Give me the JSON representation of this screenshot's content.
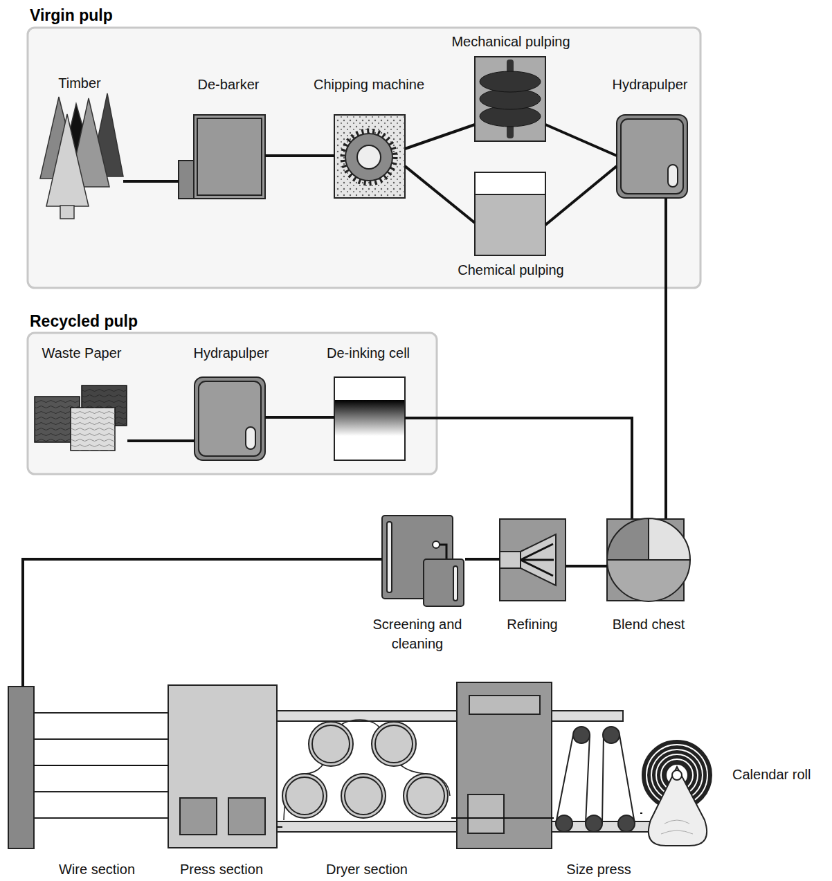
{
  "diagram": {
    "nodes": [
      {
        "text": [
          "Virgin pulp"
        ]
      },
      {
        "text": [
          "Timber"
        ],
        "in": 0
      },
      {
        "text": [
          "De-barker"
        ],
        "in": 0
      },
      {
        "text": [
          "Chipping machine"
        ],
        "in": 0
      },
      {
        "text": [
          "Mechanical pulping"
        ],
        "in": 0
      },
      {
        "text": [
          "Chemical pulping"
        ],
        "in": 0
      },
      {
        "text": [
          "Hydrapulper"
        ],
        "in": 0
      },
      {
        "text": [
          "Recycled pulp"
        ]
      },
      {
        "text": [
          "Waste Paper"
        ],
        "in": 7
      },
      {
        "text": [
          "Hydrapulper"
        ],
        "in": 7
      },
      {
        "text": [
          "De-inking cell"
        ],
        "in": 7
      },
      {
        "text": [
          "Blend chest"
        ]
      },
      {
        "text": [
          "Refining"
        ]
      },
      {
        "text": [
          "Screening and cleaning"
        ]
      },
      {
        "text": [
          "Wire section"
        ]
      },
      {
        "text": [
          "Press section"
        ]
      },
      {
        "text": [
          "Dryer section"
        ]
      },
      {
        "text": [
          "Size press"
        ]
      },
      {
        "text": [
          "Calendar roll"
        ]
      }
    ],
    "edges": [
      {
        "from": 1,
        "to": 2,
        "arrow": "none"
      },
      {
        "from": 2,
        "to": 3,
        "arrow": "none"
      },
      {
        "from": 3,
        "to": 4,
        "arrow": "none"
      },
      {
        "from": 3,
        "to": 5,
        "arrow": "none"
      },
      {
        "from": 4,
        "to": 6,
        "arrow": "none"
      },
      {
        "from": 5,
        "to": 6,
        "arrow": "none"
      },
      {
        "from": 6,
        "to": 11,
        "arrow": "none"
      },
      {
        "from": 8,
        "to": 9,
        "arrow": "none"
      },
      {
        "from": 9,
        "to": 10,
        "arrow": "none"
      },
      {
        "from": 10,
        "to": 11,
        "arrow": "none"
      },
      {
        "from": 11,
        "to": 12,
        "arrow": "none"
      },
      {
        "from": 12,
        "to": 13,
        "arrow": "none"
      },
      {
        "from": 13,
        "to": 14,
        "arrow": "none"
      },
      {
        "from": 14,
        "to": 15,
        "arrow": "none"
      },
      {
        "from": 15,
        "to": 16,
        "arrow": "none"
      },
      {
        "from": 16,
        "to": 17,
        "arrow": "none"
      },
      {
        "from": 17,
        "to": 18,
        "arrow": "none"
      }
    ]
  }
}
